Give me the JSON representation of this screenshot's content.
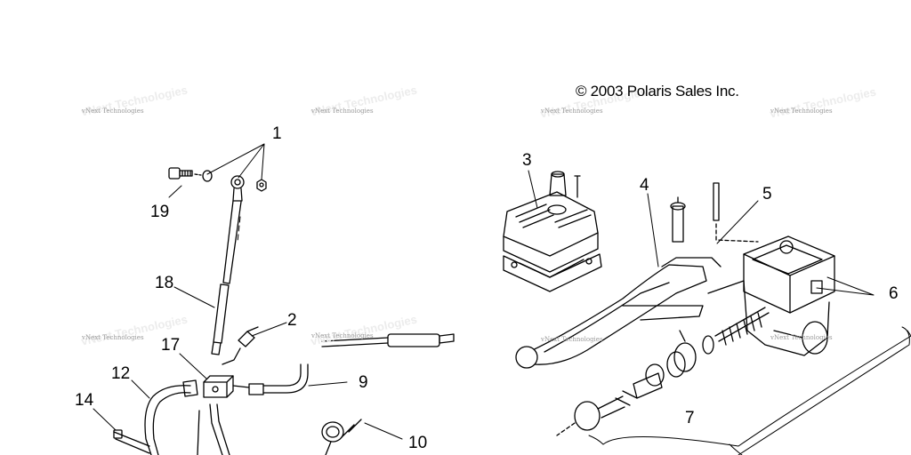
{
  "copyright": "© 2003 Polaris Sales Inc.",
  "watermark": "vNext Technologies",
  "callouts": [
    "1",
    "2",
    "3",
    "4",
    "5",
    "6",
    "7",
    "9",
    "10",
    "12",
    "14",
    "17",
    "18",
    "19"
  ]
}
